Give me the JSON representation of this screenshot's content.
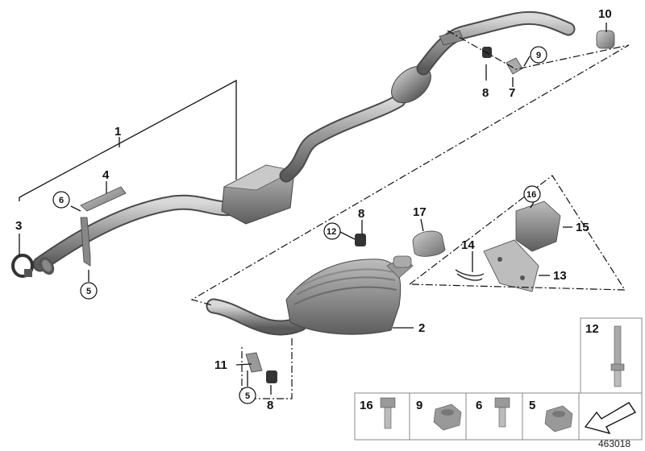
{
  "diagram": {
    "id_label": "463018",
    "callouts": [
      {
        "key": "c1",
        "text": "1"
      },
      {
        "key": "c2",
        "text": "2"
      },
      {
        "key": "c3",
        "text": "3"
      },
      {
        "key": "c4",
        "text": "4"
      },
      {
        "key": "c5a",
        "text": "5"
      },
      {
        "key": "c5b",
        "text": "5"
      },
      {
        "key": "c6",
        "text": "6"
      },
      {
        "key": "c7",
        "text": "7"
      },
      {
        "key": "c8a",
        "text": "8"
      },
      {
        "key": "c8b",
        "text": "8"
      },
      {
        "key": "c8c",
        "text": "8"
      },
      {
        "key": "c9",
        "text": "9"
      },
      {
        "key": "c10",
        "text": "10"
      },
      {
        "key": "c11",
        "text": "11"
      },
      {
        "key": "c12",
        "text": "12"
      },
      {
        "key": "c13",
        "text": "13"
      },
      {
        "key": "c14",
        "text": "14"
      },
      {
        "key": "c15",
        "text": "15"
      },
      {
        "key": "c16",
        "text": "16"
      },
      {
        "key": "c17",
        "text": "17"
      }
    ],
    "hardware_panel": {
      "item_12": "12",
      "items": [
        "16",
        "9",
        "6",
        "5"
      ]
    }
  }
}
